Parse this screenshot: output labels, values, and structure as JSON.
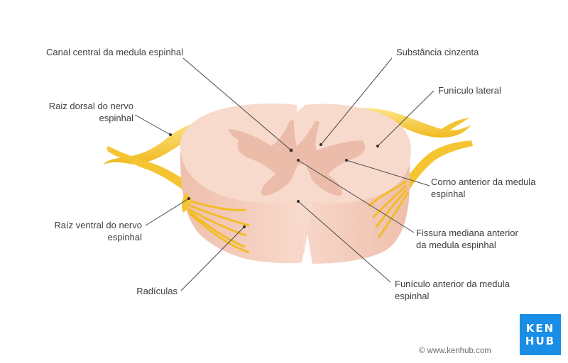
{
  "labels": {
    "canal_central": "Canal central da medula espinhal",
    "substancia_cinzenta": "Substância cinzenta",
    "funiculo_lateral": "Funículo lateral",
    "raiz_dorsal": [
      "Raiz dorsal do nervo",
      "espinhal"
    ],
    "corno_anterior": [
      "Corno anterior da medula",
      "espinhal"
    ],
    "raiz_ventral": [
      "Raíz ventral do nervo",
      "espinhal"
    ],
    "fissura_mediana": [
      "Fissura mediana anterior",
      "da medula espinhal"
    ],
    "radiculas": "Radículas",
    "funiculo_anterior": [
      "Funículo anterior da medula",
      "espinhal"
    ]
  },
  "logo": {
    "line1": "KEN",
    "line2": "HUB"
  },
  "copyright": "© www.kenhub.com",
  "colors": {
    "cord_surface": "#f8d9cc",
    "cord_side": "#f3c8b6",
    "gray_matter": "#ecbcaa",
    "nerve": "#f5c531",
    "nerve_light": "#fbe27a",
    "leader_line": "#4a4a4a",
    "logo_bg": "#1a8ee6"
  }
}
